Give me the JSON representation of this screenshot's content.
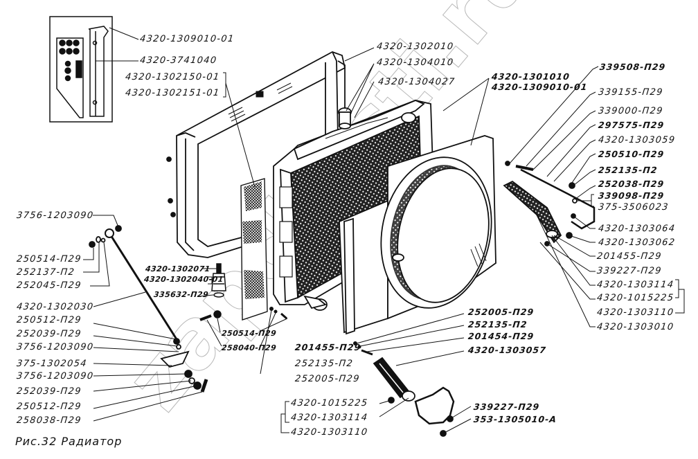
{
  "figure": {
    "caption": "Рис.32 Радиатор",
    "watermark": "zapchasti.ru",
    "colors": {
      "ink": "#111111",
      "paper": "#ffffff",
      "watermark": "#b0b0b0"
    }
  },
  "labels": {
    "inset": [
      "4320-1309010-01",
      "4320-3741040"
    ],
    "top_left": [
      "4320-1302150-01",
      "4320-1302151-01"
    ],
    "top_center": [
      "4320-1302010",
      "4320-1304010",
      "4320-1304027"
    ],
    "top_right_pair": [
      "4320-1301010",
      "4320-1309010-01"
    ],
    "right_column": [
      "339508-П29",
      "339155-П29",
      "339000-П29",
      "297575-П29",
      "4320-1303059",
      "250510-П29",
      "252135-П2",
      "252038-П29",
      "339098-П29",
      "375-3506023",
      "4320-1303064",
      "4320-1303062",
      "201455-П29",
      "339227-П29",
      "4320-1303114",
      "4320-1015225",
      "4320-1303110",
      "4320-1303010"
    ],
    "left_column": [
      "3756-1203090",
      "250514-П29",
      "252137-П2",
      "252045-П29",
      "4320-1302030",
      "250512-П29",
      "252039-П29",
      "3756-1203090",
      "375-1302054",
      "3756-1203090",
      "252039-П29",
      "250512-П29",
      "258038-П29"
    ],
    "center_mount": [
      "4320-1302071",
      "4320-1302040-01",
      "335632-П29",
      "250514-П29",
      "258040-П29"
    ],
    "center_bottom": [
      "201455-П29",
      "252135-П2",
      "252005-П29"
    ],
    "bottom_right": [
      "252005-П29",
      "252135-П2",
      "201454-П29",
      "4320-1303057"
    ],
    "bottom_group": [
      "4320-1015225",
      "4320-1303114",
      "4320-1303110",
      "339227-П29",
      "353-1305010-А"
    ]
  }
}
